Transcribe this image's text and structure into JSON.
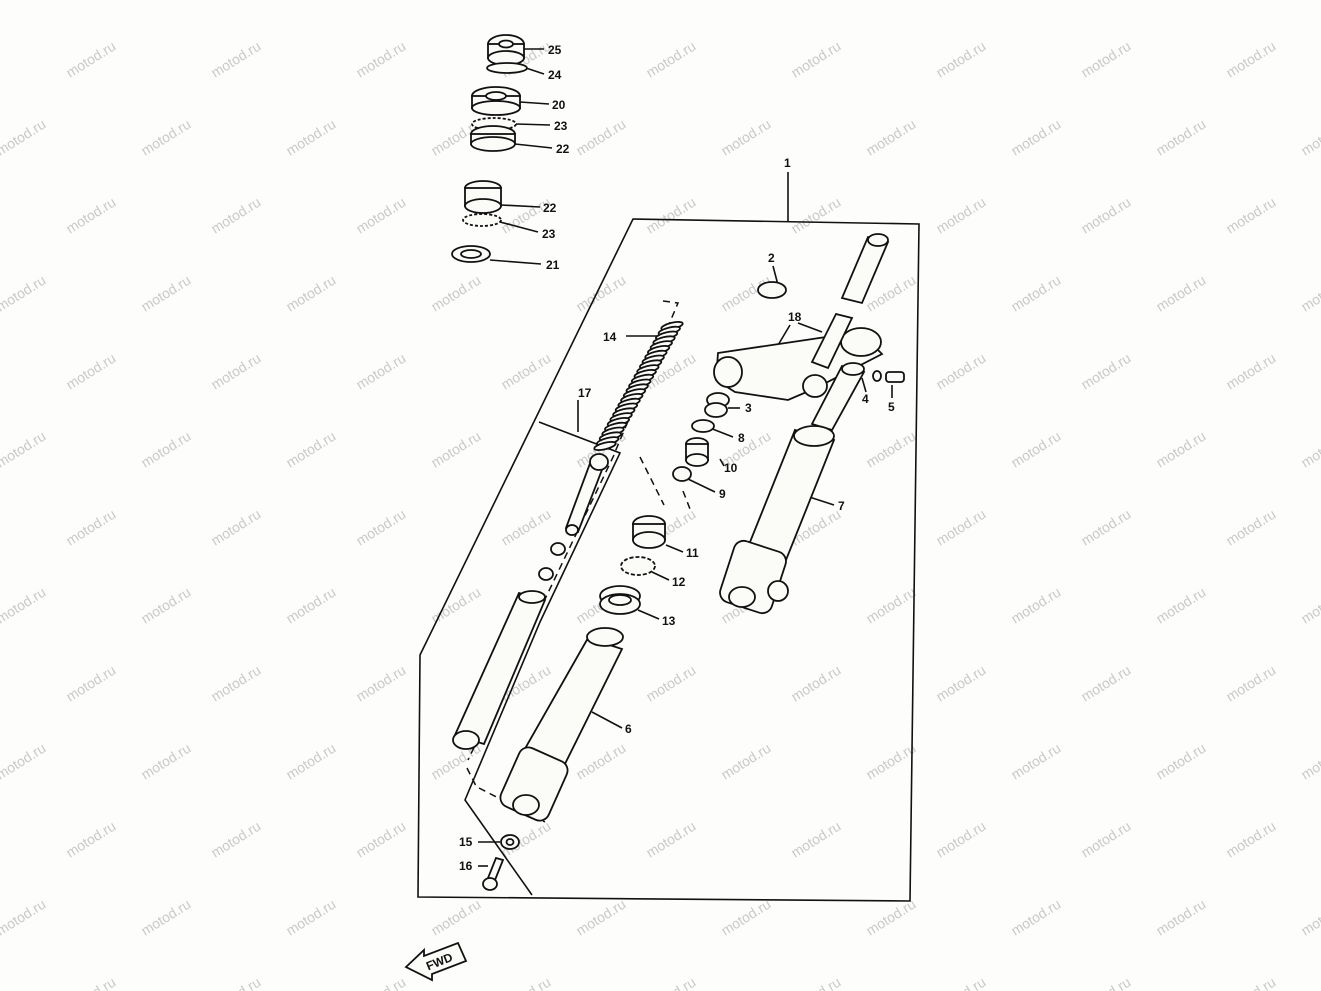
{
  "watermark": "motod.ru",
  "fwd_label": "FWD",
  "labels": [
    "1",
    "2",
    "3",
    "4",
    "5",
    "6",
    "7",
    "8",
    "9",
    "10",
    "11",
    "12",
    "13",
    "14",
    "15",
    "16",
    "17",
    "18",
    "20",
    "21",
    "22",
    "22",
    "23",
    "23",
    "24",
    "25"
  ],
  "colors": {
    "ink": "#111111",
    "paper": "#fdfdfb",
    "watermark": "#c9c9c9"
  }
}
